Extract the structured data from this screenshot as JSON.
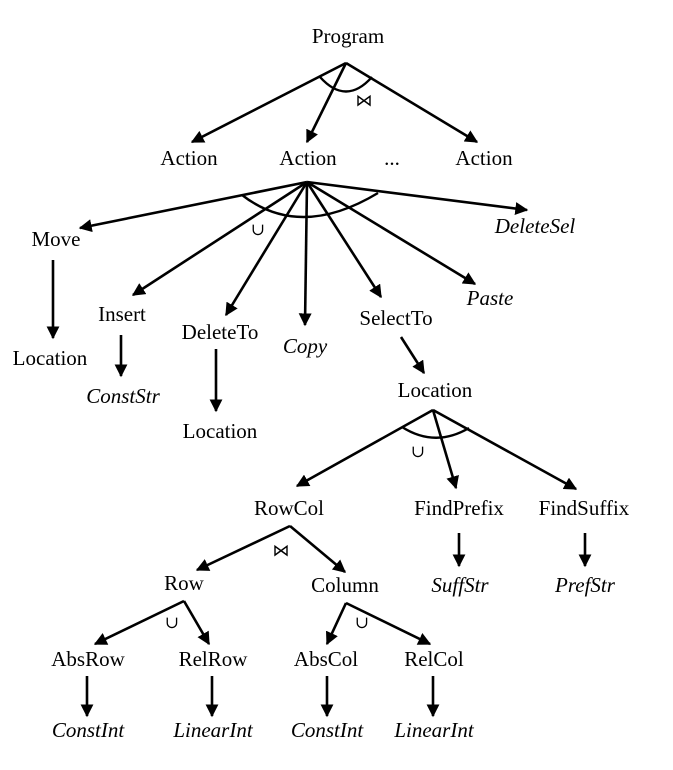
{
  "nodes": {
    "program": "Program",
    "action_1": "Action",
    "action_2": "Action",
    "ellipsis": "...",
    "action_3": "Action",
    "move": "Move",
    "location_move": "Location",
    "insert": "Insert",
    "const_str": "ConstStr",
    "delete_to": "DeleteTo",
    "location_delete": "Location",
    "copy": "Copy",
    "select_to": "SelectTo",
    "location_select": "Location",
    "paste": "Paste",
    "delete_sel": "DeleteSel",
    "row_col": "RowCol",
    "find_prefix": "FindPrefix",
    "suff_str": "SuffStr",
    "find_suffix": "FindSuffix",
    "pref_str": "PrefStr",
    "row": "Row",
    "column": "Column",
    "abs_row": "AbsRow",
    "const_int_row": "ConstInt",
    "rel_row": "RelRow",
    "linear_int_row": "LinearInt",
    "abs_col": "AbsCol",
    "const_int_col": "ConstInt",
    "rel_col": "RelCol",
    "linear_int_col": "LinearInt"
  },
  "operators": {
    "program_join": "⋈",
    "action_union": "∪",
    "location_union": "∪",
    "rowcol_join": "⋈",
    "row_union": "∪",
    "column_union": "∪"
  }
}
